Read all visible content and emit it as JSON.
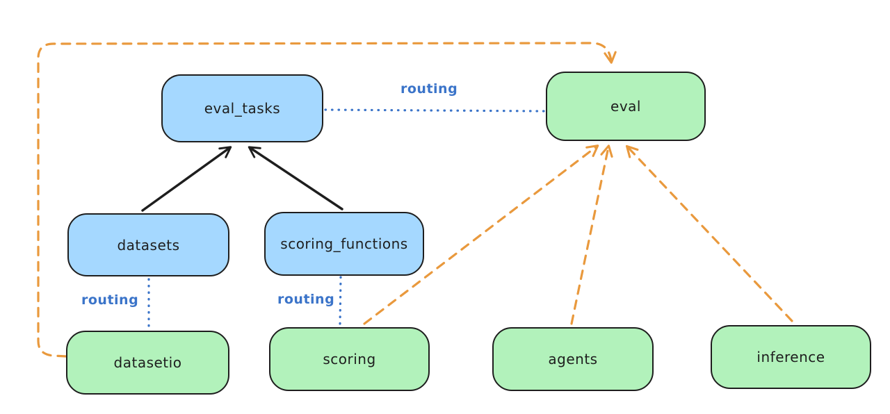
{
  "diagram": {
    "kind": "architecture-diagram",
    "background": "#ffffff",
    "colors": {
      "resource_fill": "#a5d8ff",
      "api_fill": "#b2f2bb",
      "stroke": "#1e1e1e",
      "routing_blue": "#3b74c9",
      "provider_orange": "#e9993d"
    }
  },
  "nodes": [
    {
      "id": "eval_tasks",
      "label": "eval_tasks",
      "fill": "#a5d8ff"
    },
    {
      "id": "eval",
      "label": "eval",
      "fill": "#b2f2bb"
    },
    {
      "id": "datasets",
      "label": "datasets",
      "fill": "#a5d8ff"
    },
    {
      "id": "scoring_functions",
      "label": "scoring_functions",
      "fill": "#a5d8ff"
    },
    {
      "id": "datasetio",
      "label": "datasetio",
      "fill": "#b2f2bb"
    },
    {
      "id": "scoring",
      "label": "scoring",
      "fill": "#b2f2bb"
    },
    {
      "id": "agents",
      "label": "agents",
      "fill": "#b2f2bb"
    },
    {
      "id": "inference",
      "label": "inference",
      "fill": "#b2f2bb"
    }
  ],
  "routing_labels": [
    {
      "text": "routing"
    },
    {
      "text": "routing"
    },
    {
      "text": "routing"
    }
  ],
  "edges": [
    {
      "from": "datasets",
      "to": "eval_tasks",
      "style": "solid",
      "color": "#1e1e1e",
      "arrow": true
    },
    {
      "from": "scoring_functions",
      "to": "eval_tasks",
      "style": "solid",
      "color": "#1e1e1e",
      "arrow": true
    },
    {
      "from": "eval_tasks",
      "to": "eval",
      "style": "dotted",
      "color": "#3b74c9",
      "arrow": false,
      "label": "routing"
    },
    {
      "from": "datasets",
      "to": "datasetio",
      "style": "dotted",
      "color": "#3b74c9",
      "arrow": false,
      "label": "routing"
    },
    {
      "from": "scoring_functions",
      "to": "scoring",
      "style": "dotted",
      "color": "#3b74c9",
      "arrow": false,
      "label": "routing"
    },
    {
      "from": "datasetio",
      "to": "eval",
      "style": "dashed",
      "color": "#e9993d",
      "arrow": true
    },
    {
      "from": "scoring",
      "to": "eval",
      "style": "dashed",
      "color": "#e9993d",
      "arrow": true
    },
    {
      "from": "agents",
      "to": "eval",
      "style": "dashed",
      "color": "#e9993d",
      "arrow": true
    },
    {
      "from": "inference",
      "to": "eval",
      "style": "dashed",
      "color": "#e9993d",
      "arrow": true
    }
  ]
}
